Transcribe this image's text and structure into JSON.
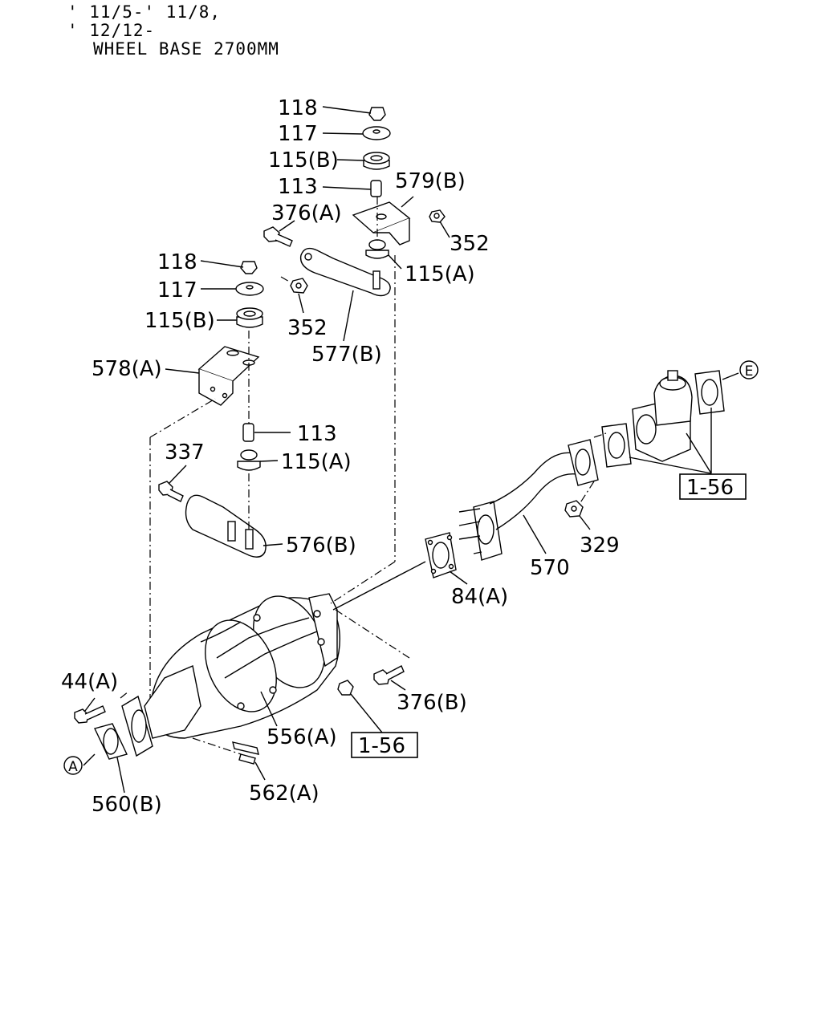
{
  "header": {
    "line1": "' 11/5-' 11/8,",
    "line2": "' 12/12-",
    "line3": "WHEEL BASE 2700MM"
  },
  "labels": {
    "p118_top": "118",
    "p117_top": "117",
    "p115b_top": "115(B)",
    "p113_top": "113",
    "p376a": "376(A)",
    "p579b": "579(B)",
    "p352_right": "352",
    "p115a_top": "115(A)",
    "p118_left": "118",
    "p117_left": "117",
    "p115b_left": "115(B)",
    "p352_left": "352",
    "p577b": "577(B)",
    "p578a": "578(A)",
    "p113_mid": "113",
    "p337": "337",
    "p115a_mid": "115(A)",
    "p576b": "576(B)",
    "p329": "329",
    "p570": "570",
    "p84a": "84(A)",
    "ref_1_56_right": "1-56",
    "circle_e": "E",
    "p44a": "44(A)",
    "p376b": "376(B)",
    "ref_1_56_mid": "1-56",
    "p556a": "556(A)",
    "circle_a": "A",
    "p562a": "562(A)",
    "p560b": "560(B)"
  }
}
